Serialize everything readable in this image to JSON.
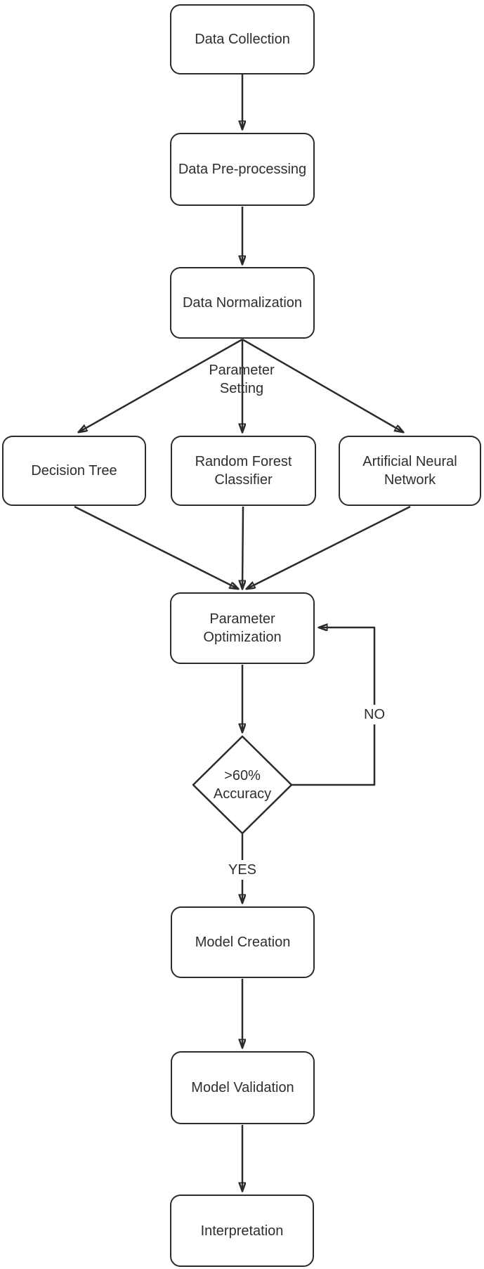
{
  "nodes": {
    "data_collection": {
      "label": "Data Collection"
    },
    "data_preprocessing": {
      "label": "Data Pre-processing"
    },
    "data_normalization": {
      "label": "Data Normalization"
    },
    "decision_tree": {
      "label": "Decision Tree"
    },
    "random_forest": {
      "label": "Random Forest\nClassifier"
    },
    "artificial_neural_network": {
      "label": "Artificial Neural\nNetwork"
    },
    "parameter_optimization": {
      "label": "Parameter\nOptimization"
    },
    "accuracy_check": {
      "label": ">60%\nAccuracy",
      "shape": "decision-diamond"
    },
    "model_creation": {
      "label": "Model Creation"
    },
    "model_validation": {
      "label": "Model Validation"
    },
    "interpretation": {
      "label": "Interpretation"
    }
  },
  "edge_labels": {
    "parameter_setting": "Parameter\nSetting",
    "no": "NO",
    "yes": "YES"
  },
  "colors": {
    "stroke": "#2b2b2b",
    "text": "#2e2e2e",
    "node_fill": "#ffffff",
    "background": "#ffffff"
  }
}
